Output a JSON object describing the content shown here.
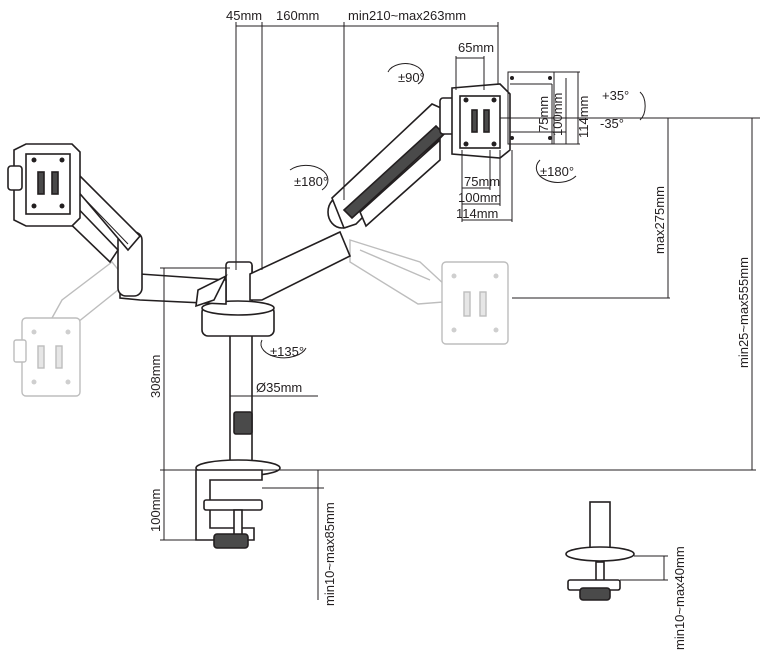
{
  "dimensions": {
    "pole_offset": "45mm",
    "arm_first_segment": "160mm",
    "arm_second_segment": "min210~max263mm",
    "tilt_head_depth": "65mm",
    "vesa_inner_w": "75mm",
    "vesa_mid_w": "100mm",
    "vesa_outer_w": "114mm",
    "vesa_inner_h": "75mm",
    "vesa_mid_h": "100mm",
    "vesa_outer_h": "114mm",
    "height_adjust": "max275mm",
    "total_height_range": "min25~max555mm",
    "pole_height": "308mm",
    "pole_diameter": "Ø35mm",
    "clamp_height": "100mm",
    "clamp_thickness": "min10~max85mm",
    "grommet_thickness": "min10~max40mm"
  },
  "rotations": {
    "rotate_vertical": "±90°",
    "rotate_arm": "±180°",
    "rotate_head": "±180°",
    "tilt_up": "+35°",
    "tilt_down": "-35°",
    "rotate_base": "±135°"
  }
}
